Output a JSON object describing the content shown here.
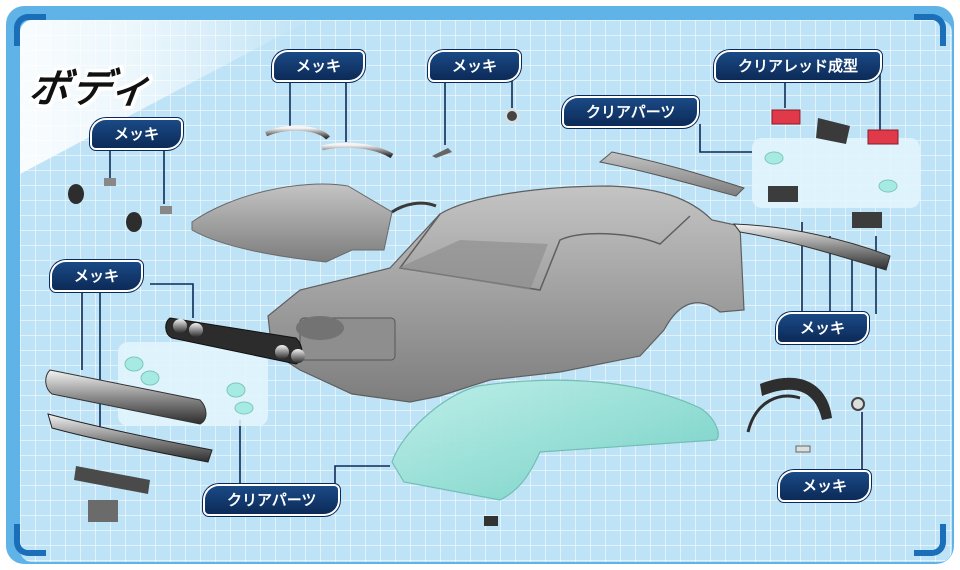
{
  "title": "ボディ",
  "labels": {
    "mekki_tl": "メッキ",
    "mekki_t1": "メッキ",
    "mekki_t2": "メッキ",
    "clear_red": "クリアレッド成型",
    "clear_top": "クリアパーツ",
    "mekki_left": "メッキ",
    "mekki_right": "メッキ",
    "clear_bottom": "クリアパーツ",
    "mekki_br": "メッキ"
  },
  "colors": {
    "frame": "#5fb3e6",
    "background": "#bfe3f6",
    "label_bg": "#0c2a57",
    "body_gray": "#9a9a9a",
    "clear_part": "#9ee0d8",
    "clear_red": "#e0394a"
  }
}
